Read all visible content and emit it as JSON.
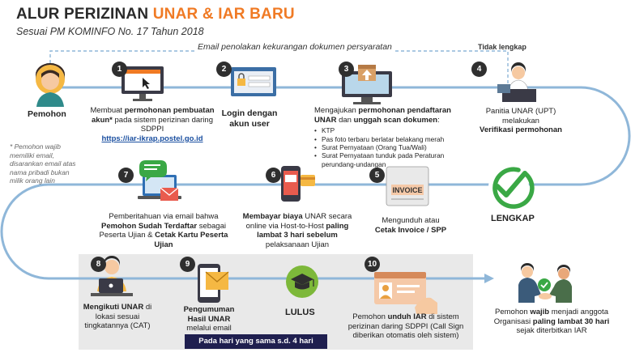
{
  "header": {
    "title_part1": "ALUR PERIZINAN ",
    "title_part2": "UNAR & IAR BARU",
    "subtitle": "Sesuai PM KOMINFO No. 17 Tahun 2018"
  },
  "flow": {
    "email_rejection": "Email penolakan kekurangan dokumen persyaratan",
    "tidak_lengkap": "Tidak lengkap",
    "lengkap": "LENGKAP",
    "pemohon": "Pemohon",
    "note": "* Pemohon wajib memiliki email, disarankan email atas nama pribadi bukan milik orang lain",
    "same_day": "Pada hari yang sama s.d. 4 hari",
    "lulus": "LULUS"
  },
  "steps": {
    "s1": {
      "num": "1",
      "t1": "Membuat ",
      "b1": "permohonan pembuatan akun*",
      "t2": " pada sistem perizinan daring SDPPI",
      "link": "https://iar-ikrap.postel.go.id"
    },
    "s2": {
      "num": "2",
      "b1": "Login dengan akun user"
    },
    "s3": {
      "num": "3",
      "t1": "Mengajukan ",
      "b1": "permohonan pendaftaran UNAR",
      "t2": " dan ",
      "b2": "unggah scan dokumen",
      "t3": ":",
      "items": [
        "KTP",
        "Pas foto terbaru berlatar belakang merah",
        "Surat Pernyataan (Orang Tua/Wali)",
        "Surat Pernyataan tunduk pada Peraturan perundang-undangan"
      ]
    },
    "s4": {
      "num": "4",
      "t1": "Panitia UNAR (UPT) melakukan",
      "b1": "Verifikasi permohonan"
    },
    "s5": {
      "num": "5",
      "t1": "Mengunduh atau",
      "b1": "Cetak Invoice / SPP",
      "invoice": "INVOICE"
    },
    "s6": {
      "num": "6",
      "b1": "Membayar biaya",
      "t1": " UNAR secara online via Host-to-Host ",
      "b2": "paling lambat 3 hari sebelum",
      "t2": " pelaksanaan Ujian"
    },
    "s7": {
      "num": "7",
      "t1": "Pemberitahuan via email bahwa",
      "b1": "Pemohon Sudah Terdaftar",
      "t2": " sebagai Peserta Ujian & ",
      "b2": "Cetak Kartu Peserta Ujian"
    },
    "s8": {
      "num": "8",
      "b1": "Mengikuti UNAR",
      "t1": " di lokasi sesuai tingkatannya (CAT)"
    },
    "s9": {
      "num": "9",
      "b1": "Pengumuman Hasil UNAR",
      "t1": " melalui email"
    },
    "s10": {
      "num": "10",
      "t1": "Pemohon ",
      "b1": "unduh IAR",
      "t2": " di sistem perizinan daring SDPPI (Call Sign diberikan otomatis oleh sistem)"
    },
    "final": {
      "t1": "Pemohon ",
      "b1": "wajib",
      "t2": " menjadi anggota Organisasi ",
      "b2": "paling lambat 30 hari",
      "t3": " sejak diterbitkan IAR"
    }
  },
  "colors": {
    "accent_orange": "#f07a24",
    "flow_blue": "#8fb7d9",
    "check_green": "#3aa845",
    "lulus_green": "#7db83a",
    "badge_dark": "#2f2f2f",
    "navy": "#1f1f4f"
  }
}
